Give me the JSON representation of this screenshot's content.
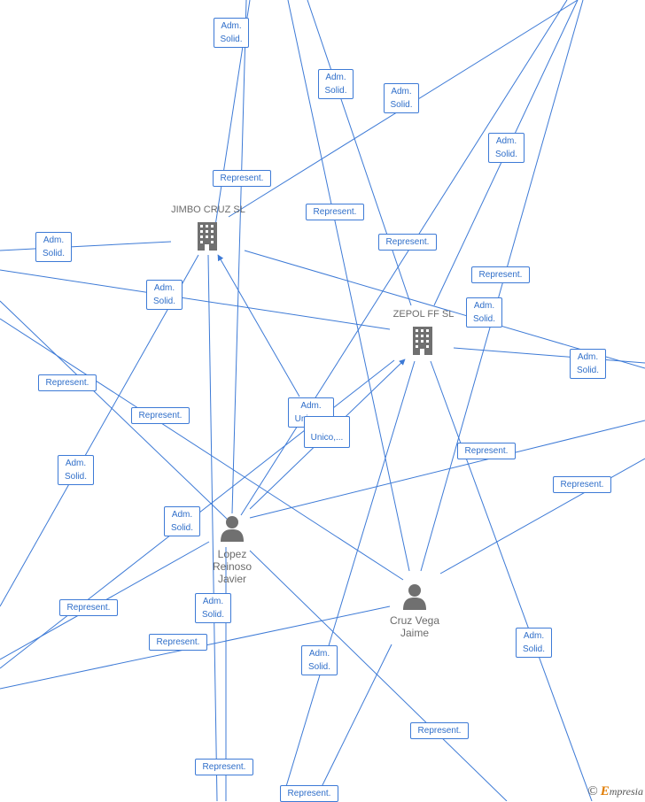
{
  "nodes": {
    "jimbo": {
      "label": "JIMBO CRUZ  SL",
      "icon": "building-icon"
    },
    "zepol": {
      "label": "ZEPOL FF  SL",
      "icon": "building-icon"
    },
    "lopez": {
      "label": "Lopez\nReinoso\nJavier",
      "icon": "person-icon"
    },
    "cruz": {
      "label": "Cruz Vega\nJaime",
      "icon": "person-icon"
    }
  },
  "edge_labels": [
    "Adm.\nSolid.",
    "Adm.\nSolid.",
    "Adm.\nSolid.",
    "Adm.\nSolid.",
    "Represent.",
    "Represent.",
    "Represent.",
    "Adm.\nSolid.",
    "Adm.\nSolid.",
    "Represent.",
    "Adm.\nSolid.",
    "Adm.\nSolid.",
    "Represent.",
    "Represent.",
    "Adm.\nUnico,...",
    "Unico,...",
    "Adm.\nSolid.",
    "Represent.",
    "Represent.",
    "Adm.\nSolid.",
    "Represent.",
    "Adm.\nSolid.",
    "Represent.",
    "Adm.\nSolid.",
    "Adm.\nSolid.",
    "Represent.",
    "Represent.",
    "Represent."
  ],
  "watermark": {
    "copyright": "©",
    "brand_initial": "E",
    "brand_rest": "mpresia"
  },
  "colors": {
    "edge": "#3d7ad6",
    "label_text": "#2f6ec9",
    "icon": "#707070",
    "brand": "#e07b00"
  }
}
